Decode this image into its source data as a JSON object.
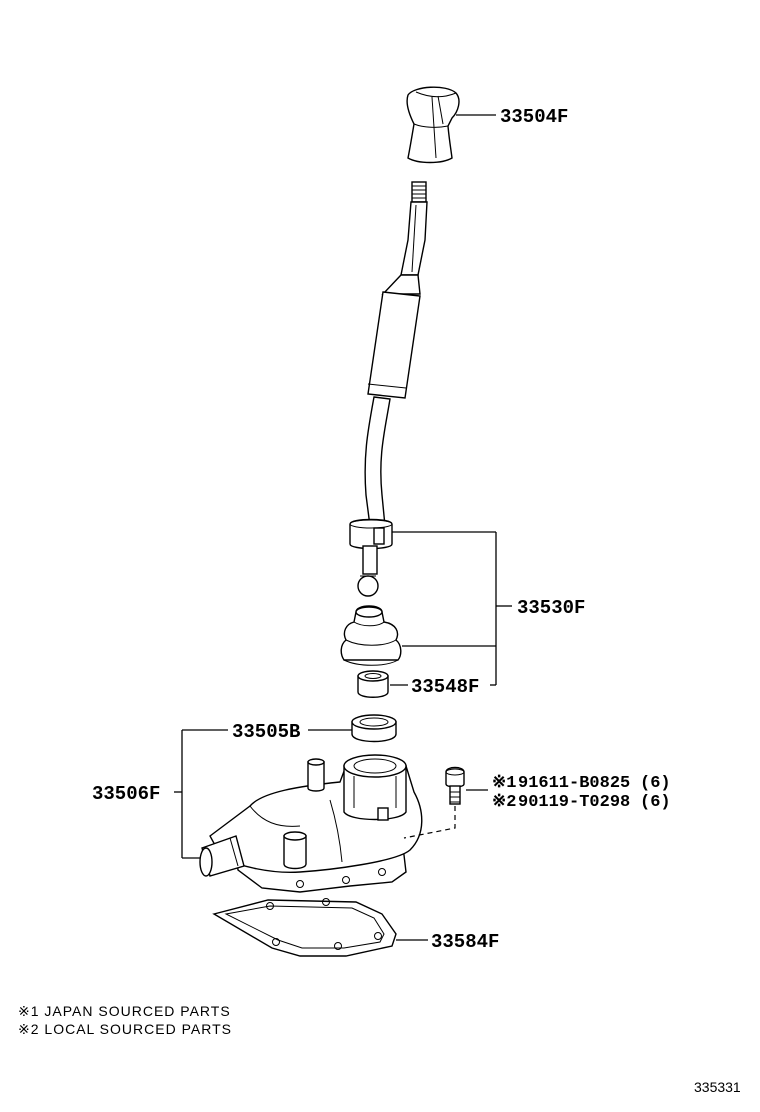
{
  "parts": {
    "shift_knob": "33504F",
    "lever_assy": "33530F",
    "bushing": "33548F",
    "seal": "33505B",
    "retainer_assy": "33506F",
    "gasket": "33584F"
  },
  "bolts": [
    {
      "mark": "※1",
      "number": "91611-B0825",
      "qty": "(6)"
    },
    {
      "mark": "※2",
      "number": "90119-T0298",
      "qty": "(6)"
    }
  ],
  "notes": [
    "※1 JAPAN SOURCED PARTS",
    "※2 LOCAL SOURCED PARTS"
  ],
  "diagram_id": "335331"
}
